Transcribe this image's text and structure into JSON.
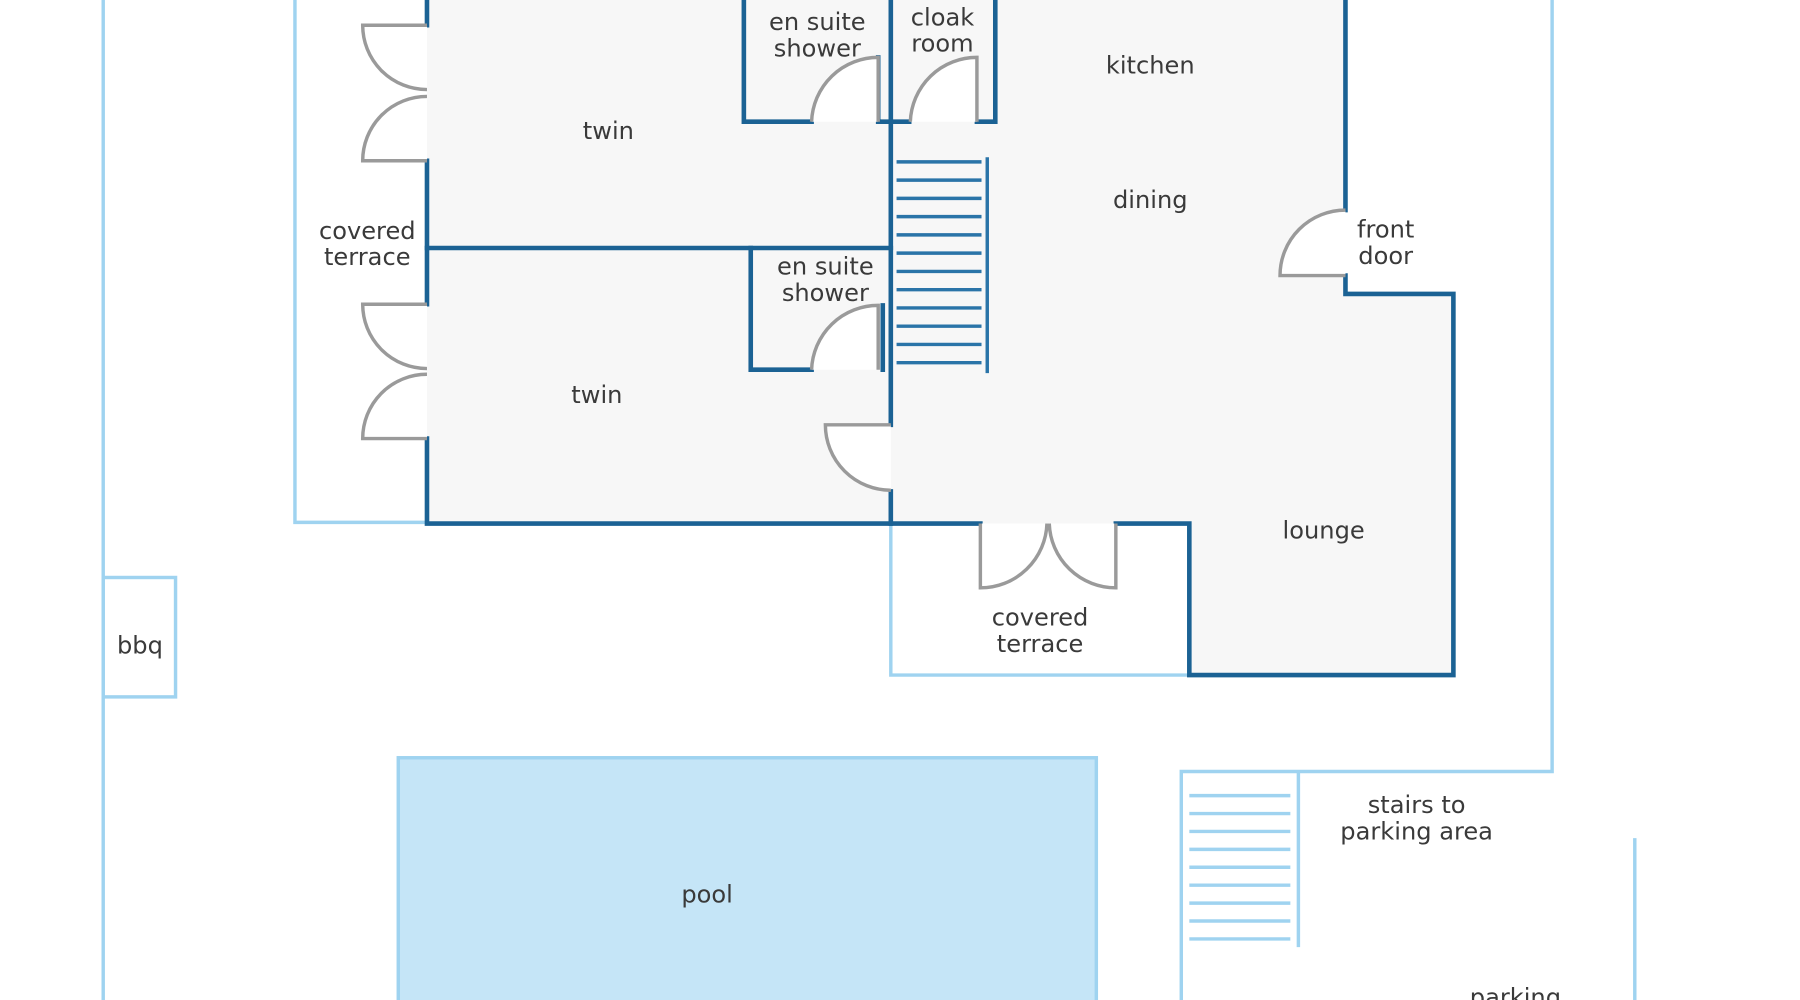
{
  "title": "Floor plan",
  "colors": {
    "wall": "#1b6294",
    "outline": "#9fd3f0",
    "pool": "#c5e5f7",
    "room_fill": "#f7f7f7",
    "door": "#9a9a9a"
  },
  "rooms": {
    "twin_1": "twin",
    "twin_2": "twin",
    "ensuite_1": [
      "en suite",
      "shower"
    ],
    "ensuite_2": [
      "en suite",
      "shower"
    ],
    "cloak_room": [
      "cloak",
      "room"
    ],
    "kitchen": "kitchen",
    "dining": "dining",
    "front_door": [
      "front",
      "door"
    ],
    "lounge": "lounge",
    "covered_terrace_left": [
      "covered",
      "terrace"
    ],
    "covered_terrace_bottom": [
      "covered",
      "terrace"
    ],
    "bbq": "bbq",
    "pool": "pool",
    "stairs_parking": [
      "stairs to",
      "parking area"
    ],
    "parking": "parking"
  }
}
